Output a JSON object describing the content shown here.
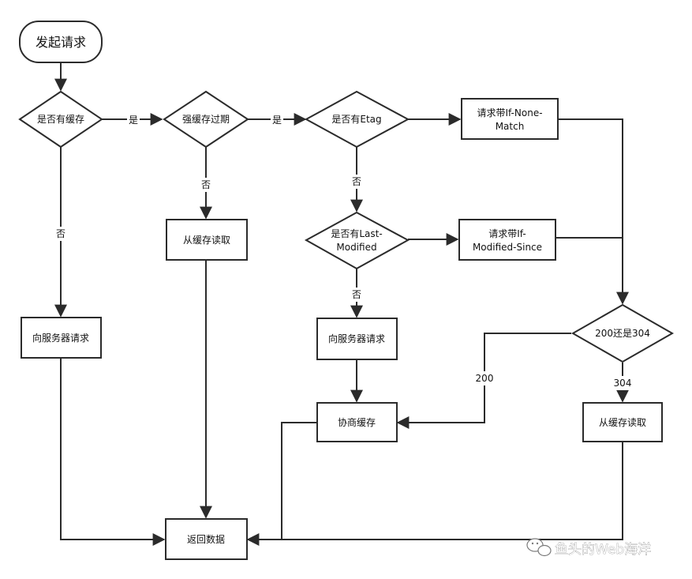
{
  "nodes": {
    "start": "发起请求",
    "has_cache": "是否有缓存",
    "strong_expired": "强缓存过期",
    "has_etag": "是否有Etag",
    "req_if_none_match_l1": "请求带If-None-",
    "req_if_none_match_l2": "Match",
    "read_cache_1": "从缓存读取",
    "has_last_modified_l1": "是否有Last-",
    "has_last_modified_l2": "Modified",
    "req_if_modified_since_l1": "请求带If-",
    "req_if_modified_since_l2": "Modified-Since",
    "server_request_1": "向服务器请求",
    "server_request_2": "向服务器请求",
    "status_decision": "200还是304",
    "negotiate_cache": "协商缓存",
    "read_cache_2": "从缓存读取",
    "return_data": "返回数据"
  },
  "edges": {
    "yes_1": "是",
    "yes_2": "是",
    "no_1": "否",
    "no_2": "否",
    "no_3": "否",
    "no_4": "否",
    "code_200": "200",
    "code_304": "304"
  },
  "watermark": {
    "text": "鱼头的Web海洋",
    "icon": "wechat-icon"
  },
  "colors": {
    "stroke": "#2b2b2b",
    "background": "#ffffff"
  }
}
